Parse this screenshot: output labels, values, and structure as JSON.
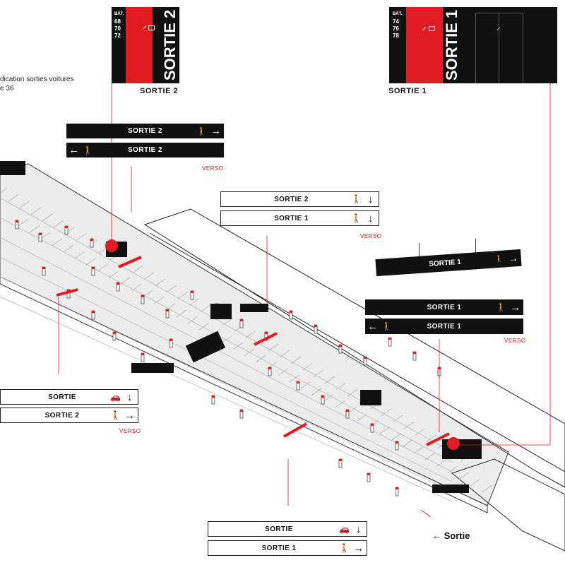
{
  "note": {
    "line1": "dication sorties voitures",
    "line2": "e 36"
  },
  "panels": {
    "sortie2": {
      "bat": "BÂT.",
      "nums": [
        "68",
        "70",
        "72"
      ],
      "vertical": "SORTIE 2",
      "caption": "SORTIE 2"
    },
    "sortie1": {
      "bat": "BÂT.",
      "nums": [
        "74",
        "76",
        "78"
      ],
      "vertical": "SORTIE 1",
      "caption": "SORTIE 1"
    }
  },
  "signs": {
    "a1": {
      "label": "SORTIE 2",
      "icon": "pedestrian-icon",
      "arrow": "→"
    },
    "a2": {
      "label": "SORTIE 2",
      "icon": "pedestrian-icon",
      "arrow": "←"
    },
    "a_verso": "VERSO",
    "b1": {
      "label": "SORTIE 2",
      "icon": "pedestrian-icon",
      "arrow": "↓"
    },
    "b2": {
      "label": "SORTIE 1",
      "icon": "pedestrian-icon",
      "arrow": "↓"
    },
    "b_verso": "VERSO",
    "hanging": {
      "label": "SORTIE 1",
      "icon": "pedestrian-icon",
      "arrow": "→"
    },
    "c1": {
      "label": "SORTIE 1",
      "icon": "pedestrian-icon",
      "arrow": "→"
    },
    "c2": {
      "label": "SORTIE 1",
      "icon": "pedestrian-icon",
      "arrow": "←"
    },
    "c_verso": "VERSO",
    "d1": {
      "label": "SORTIE",
      "icon": "car-icon",
      "arrow": "↓"
    },
    "d2": {
      "label": "SORTIE 2",
      "icon": "pedestrian-icon",
      "arrow": "→"
    },
    "d_verso": "VERSO",
    "e1": {
      "label": "SORTIE",
      "icon": "car-icon",
      "arrow": "↓"
    },
    "e2": {
      "label": "SORTIE 1",
      "icon": "pedestrian-icon",
      "arrow": "→"
    }
  },
  "exit_label": {
    "arrow": "←",
    "text": "Sortie"
  },
  "colors": {
    "accent": "#e01b22",
    "ink": "#111111",
    "floor": "#ececec"
  },
  "glyphs": {
    "pedestrian": "🚶",
    "car": "🚗"
  }
}
